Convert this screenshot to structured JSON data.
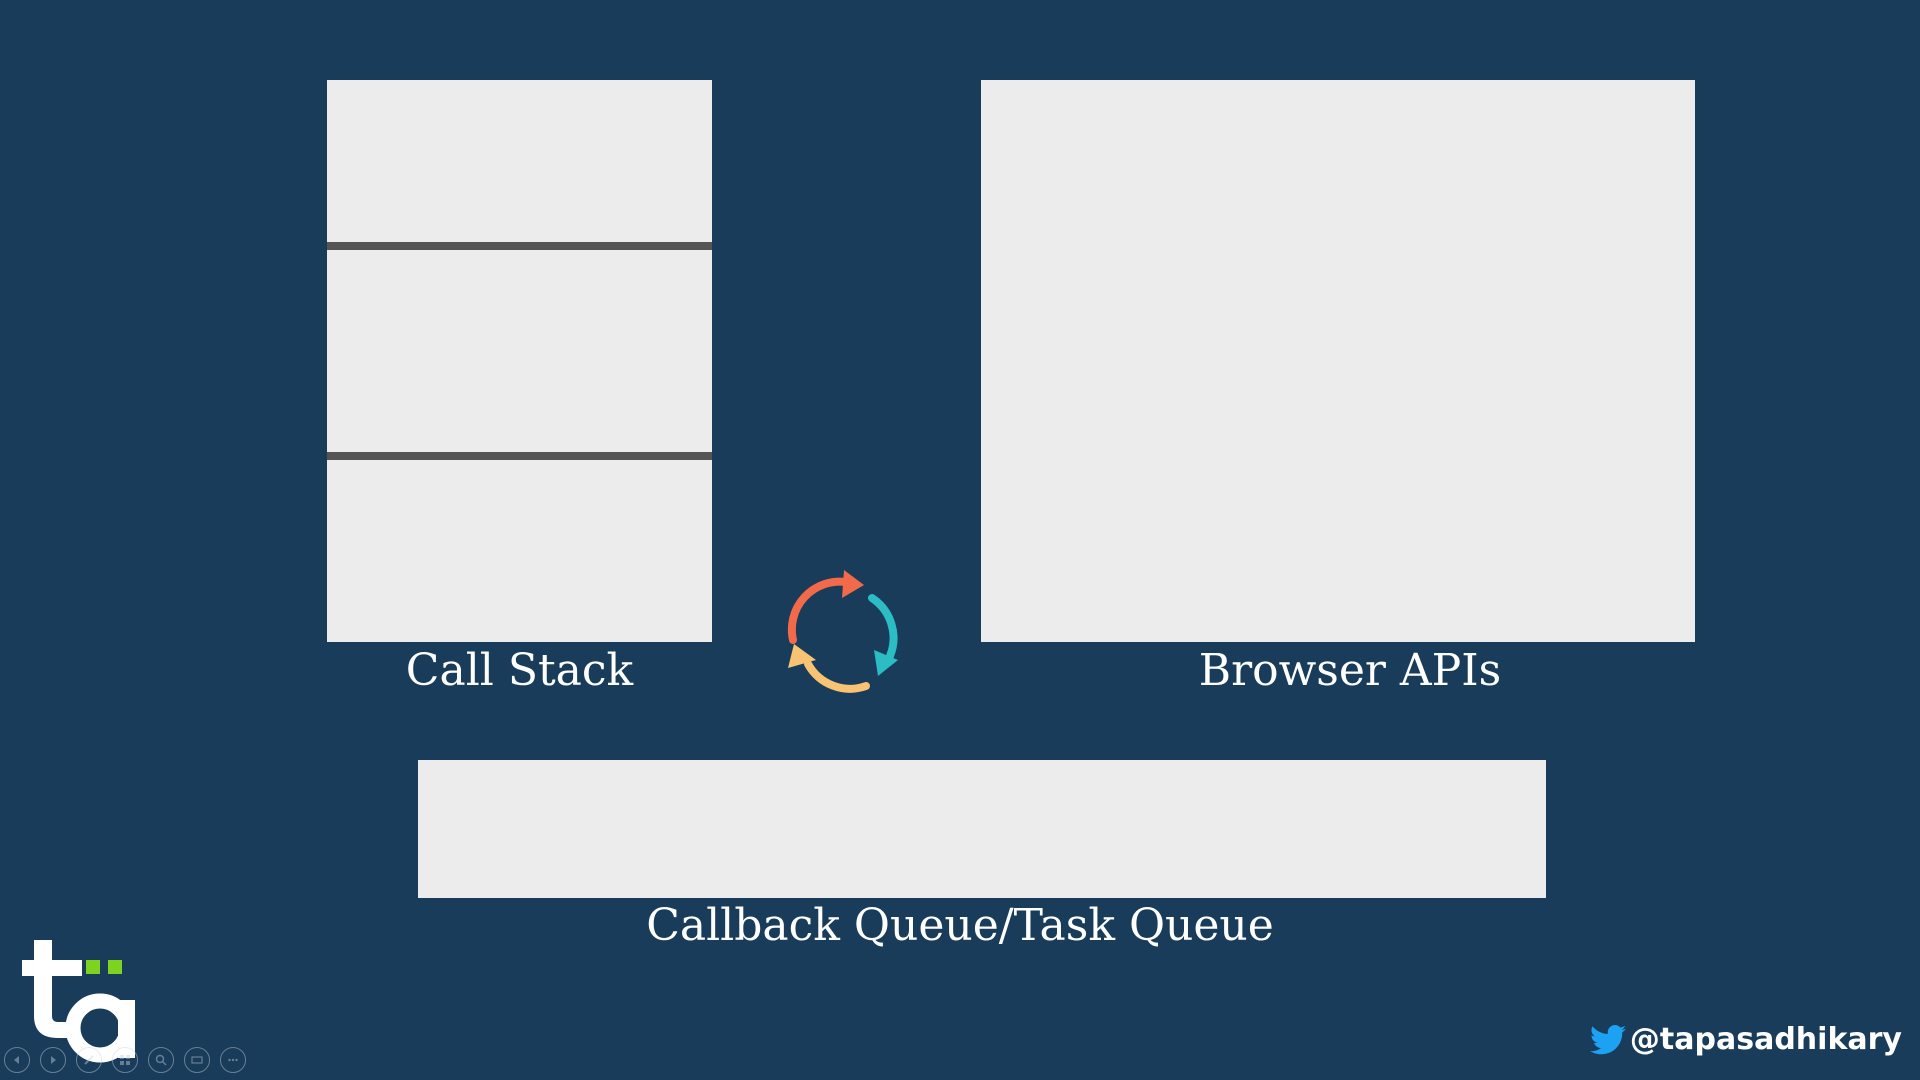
{
  "diagram": {
    "call_stack": {
      "label": "Call Stack"
    },
    "browser_apis": {
      "label": "Browser APIs"
    },
    "callback_queue": {
      "label": "Callback Queue/Task Queue"
    },
    "event_loop": {
      "icon": "cycle-arrows-icon",
      "colors": [
        "#f26a4a",
        "#2bbcc4",
        "#f8c372"
      ]
    }
  },
  "branding": {
    "logo_text": "ta",
    "logo_accent_color": "#7ed321",
    "twitter_icon": "twitter-bird-icon",
    "twitter_handle": "@tapasadhikary",
    "twitter_color": "#1da1f2"
  },
  "slide_controls": [
    {
      "icon": "previous-slide-icon"
    },
    {
      "icon": "next-slide-icon"
    },
    {
      "icon": "pen-icon"
    },
    {
      "icon": "slides-overview-icon"
    },
    {
      "icon": "zoom-icon"
    },
    {
      "icon": "subtitles-icon"
    },
    {
      "icon": "more-options-icon"
    }
  ],
  "colors": {
    "background": "#183c5a",
    "panel": "#ececec",
    "divider": "#555555"
  }
}
